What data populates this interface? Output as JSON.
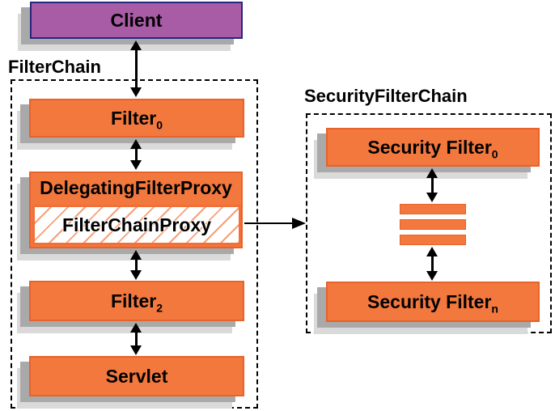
{
  "diagram": {
    "client": {
      "label": "Client"
    },
    "filter_chain": {
      "label": "FilterChain",
      "filter0": {
        "text": "Filter",
        "sub": "0"
      },
      "delegating_filter_proxy": {
        "text": "DelegatingFilterProxy"
      },
      "filter_chain_proxy": {
        "text": "FilterChainProxy"
      },
      "filter2": {
        "text": "Filter",
        "sub": "2"
      },
      "servlet": {
        "text": "Servlet"
      }
    },
    "security_filter_chain": {
      "label": "SecurityFilterChain",
      "security_filter0": {
        "text": "Security Filter",
        "sub": "0"
      },
      "security_filtern": {
        "text": "Security Filter",
        "sub": "n"
      }
    },
    "colors": {
      "box_orange": "#f3783e",
      "box_orange_border": "#e8622a",
      "hatch_orange": "#f6a077",
      "client_purple": "#a85ca6",
      "client_border_navy": "#26267e",
      "shadow_dark": "#a9a9a9",
      "shadow_light": "#dadada",
      "arrow_black": "#000000"
    }
  }
}
